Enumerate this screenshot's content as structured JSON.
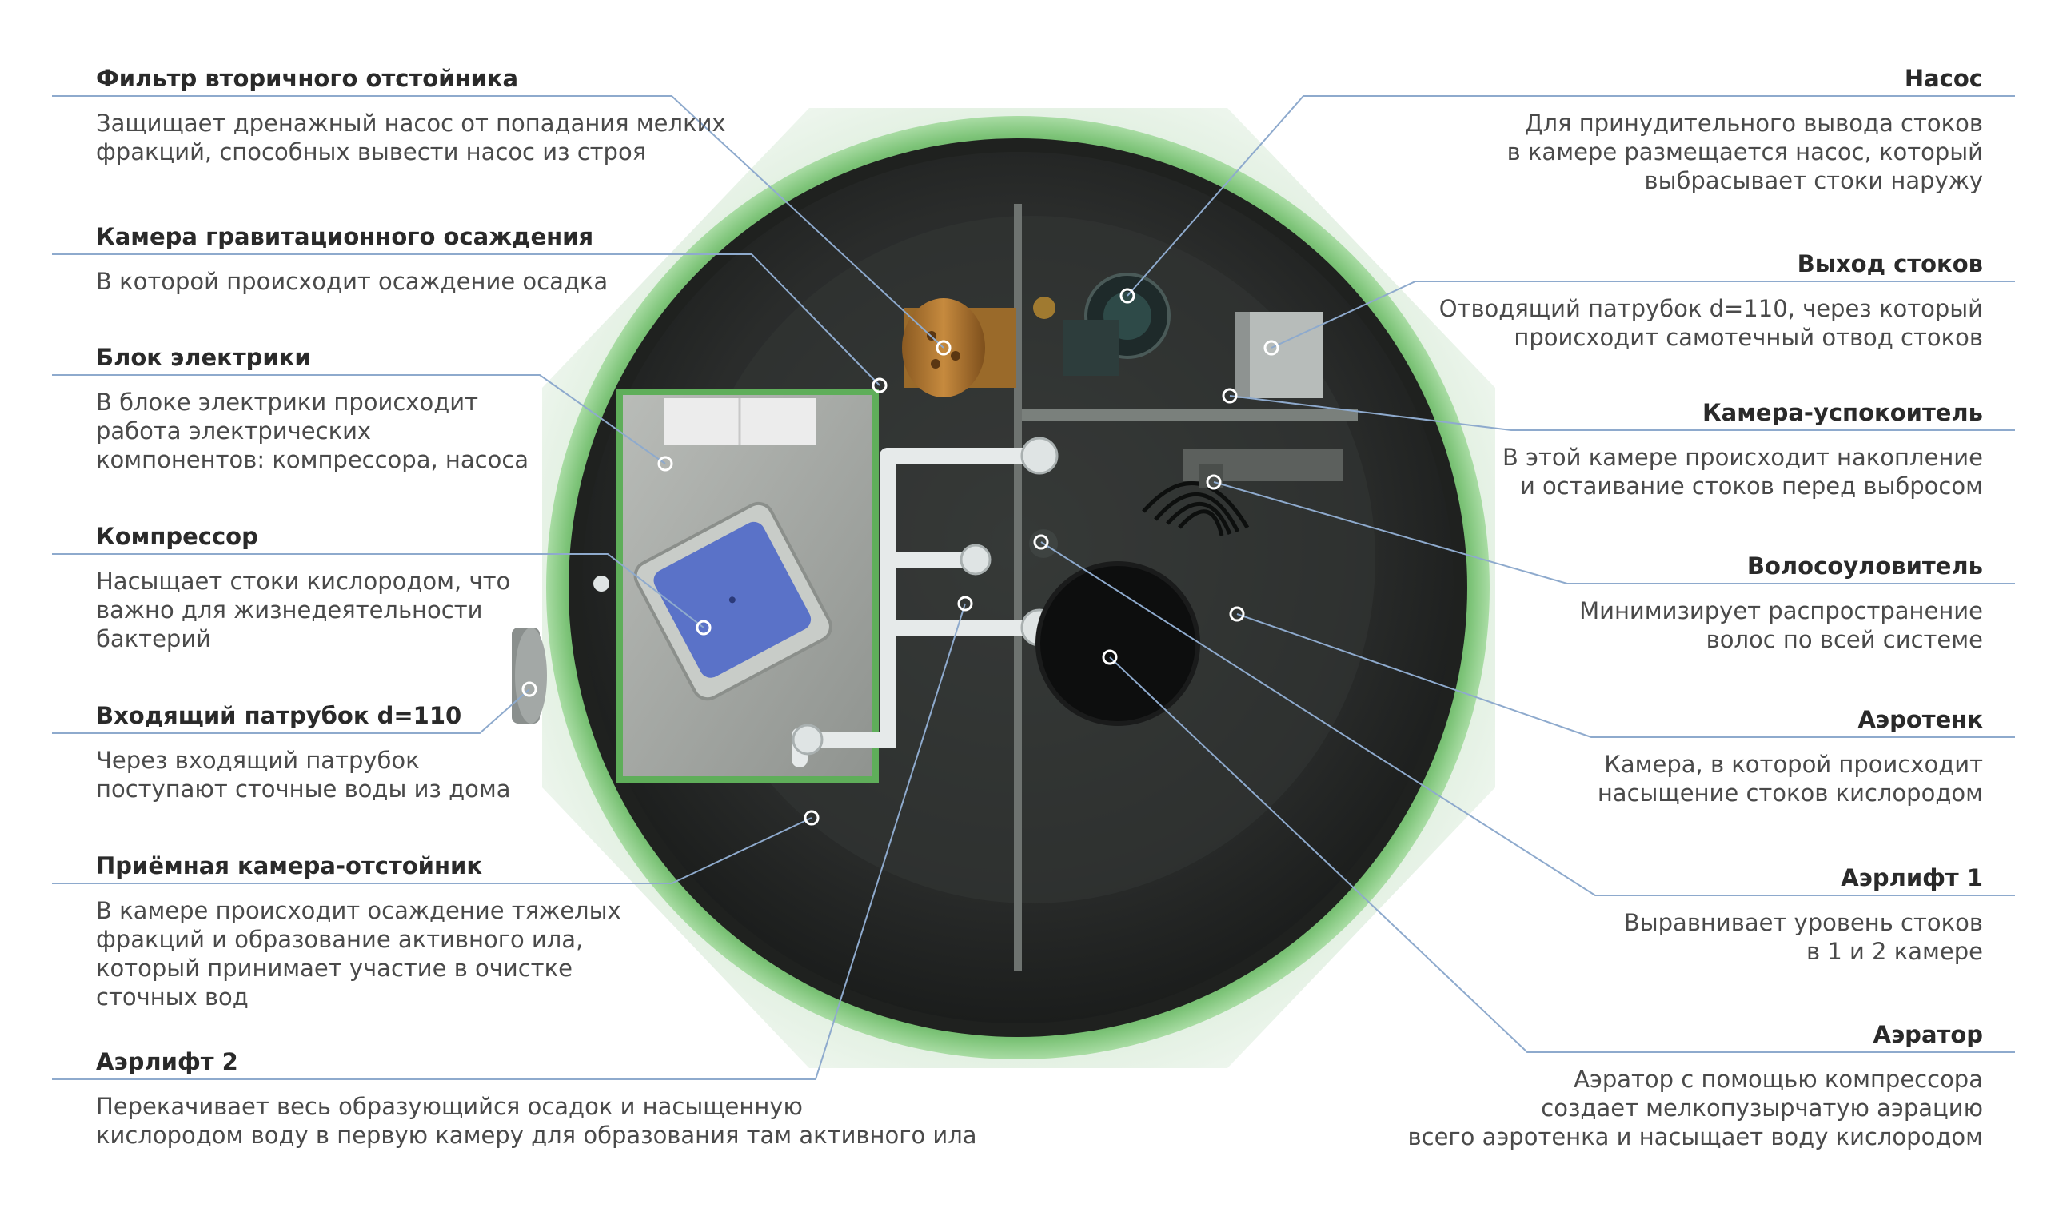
{
  "labels_left": [
    {
      "id": "filter",
      "title": "Фильтр вторичного отстойника",
      "text": "Защищает дренажный насос от попадания мелких\nфракций, способных вывести насос из строя"
    },
    {
      "id": "gravity",
      "title": "Камера гравитационного осаждения",
      "text": "В которой  происходит осаждение осадка"
    },
    {
      "id": "electric",
      "title": "Блок электрики",
      "text": "В блоке электрики происходит\nработа электрических\nкомпонентов: компрессора, насоса"
    },
    {
      "id": "compressor",
      "title": "Компрессор",
      "text": "Насыщает стоки кислородом, что\nважно для жизнедеятельности\nбактерий"
    },
    {
      "id": "inlet",
      "title": "Входящий патрубок d=110",
      "text": "Через входящий патрубок\nпоступают сточные воды из дома"
    },
    {
      "id": "receiving",
      "title": "Приёмная камера-отстойник",
      "text": "В камере происходит осаждение тяжелых\nфракций и образование активного ила,\nкоторый принимает участие в очистке\nсточных вод"
    },
    {
      "id": "airlift2",
      "title": "Аэрлифт 2",
      "text": "Перекачивает весь образующийся осадок и насыщенную\nкислородом воду в первую камеру для образования там активного ила"
    }
  ],
  "labels_right": [
    {
      "id": "pump",
      "title": "Насос",
      "text": "Для принудительного вывода стоков\nв камере размещается насос, который\nвыбрасывает стоки наружу"
    },
    {
      "id": "outlet",
      "title": "Выход стоков",
      "text": "Отводящий патрубок d=110, через который\nпроисходит самотечный отвод стоков"
    },
    {
      "id": "calm",
      "title": "Камера-успокоитель",
      "text": "В этой камере происходит накопление\nи остаивание стоков перед выбросом"
    },
    {
      "id": "hair",
      "title": "Волосоуловитель",
      "text": "Минимизирует распространение\nволос по всей системе"
    },
    {
      "id": "aerotank",
      "title": "Аэротенк",
      "text": "Камера, в которой происходит\nнасыщение стоков кислородом"
    },
    {
      "id": "airlift1",
      "title": "Аэрлифт 1",
      "text": "Выравнивает уровень стоков\nв 1 и 2 камере"
    },
    {
      "id": "aerator",
      "title": "Аэратор",
      "text": "Аэратор с помощью компрессора\nсоздает мелкопузырчатую аэрацию\nвсего аэротенка и насыщает воду кислородом"
    }
  ],
  "colors": {
    "leader_line": "#8eaacd",
    "tank_rim": "#5fae5a",
    "octagon_glow": "#d6ead6",
    "tank_interior": "#2b2d2c",
    "compressor_body": "#5a72c8",
    "pipe": "#e6eaea"
  },
  "icons": [
    "pump-icon",
    "filter-icon",
    "compressor-icon",
    "inlet-pipe-icon",
    "outlet-pipe-icon",
    "hair-trap-icon",
    "aerator-icon"
  ]
}
